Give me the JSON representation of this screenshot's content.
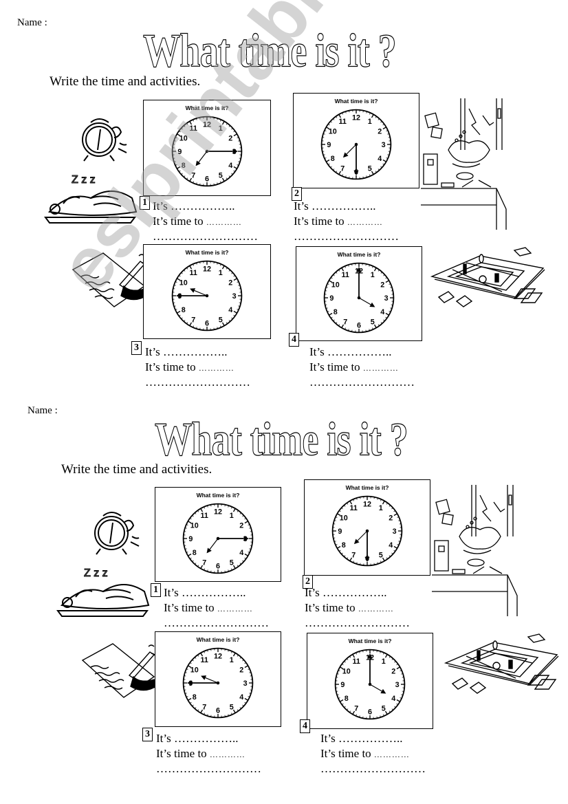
{
  "worksheets": [
    {
      "name_label": "Name :",
      "title": "What time is it ?",
      "instruction": "Write the time and activities.",
      "exercises": [
        {
          "number": "1",
          "clock_caption": "What time is it?",
          "clock_time": "7:15",
          "its_label": "It’s",
          "its_blank": "……………..",
          "time_to_label": "It’s time to",
          "time_to_blank": "…………",
          "line_blank": "………………………",
          "activity_illustration": "waking-up"
        },
        {
          "number": "2",
          "clock_caption": "What time is it?",
          "clock_time": "7:30",
          "its_label": "It’s",
          "its_blank": "……………..",
          "time_to_label": "It’s time to",
          "time_to_blank": "…………",
          "line_blank": "………………………",
          "activity_illustration": "eating-breakfast"
        },
        {
          "number": "3",
          "clock_caption": "What time is it?",
          "clock_time": "9:45",
          "its_label": "It’s",
          "its_blank": "……………..",
          "time_to_label": "It’s time to",
          "time_to_blank": "…………",
          "line_blank": "………………………",
          "activity_illustration": "writing"
        },
        {
          "number": "4",
          "clock_caption": "What time is it?",
          "clock_time": "4:00",
          "its_label": "It’s",
          "its_blank": "……………..",
          "time_to_label": "It’s time to",
          "time_to_blank": "…………",
          "line_blank": "………………………",
          "activity_illustration": "board-game"
        }
      ]
    },
    {
      "name_label": "Name :",
      "title": "What time is it ?",
      "instruction": "Write the time and activities.",
      "exercises": [
        {
          "number": "1",
          "clock_caption": "What time is it?",
          "clock_time": "7:15",
          "its_label": "It’s",
          "its_blank": "……………..",
          "time_to_label": "It’s time to",
          "time_to_blank": "…………",
          "line_blank": "………………………",
          "activity_illustration": "waking-up"
        },
        {
          "number": "2",
          "clock_caption": "What time is it?",
          "clock_time": "7:30",
          "its_label": "It’s",
          "its_blank": "……………..",
          "time_to_label": "It’s time to",
          "time_to_blank": "…………",
          "line_blank": "………………………",
          "activity_illustration": "eating-breakfast"
        },
        {
          "number": "3",
          "clock_caption": "What time is it?",
          "clock_time": "9:45",
          "its_label": "It’s",
          "its_blank": "……………..",
          "time_to_label": "It’s time to",
          "time_to_blank": "…………",
          "line_blank": "………………………",
          "activity_illustration": "writing"
        },
        {
          "number": "4",
          "clock_caption": "What time is it?",
          "clock_time": "4:00",
          "its_label": "It’s",
          "its_blank": "……………..",
          "time_to_label": "It’s time to",
          "time_to_blank": "…………",
          "line_blank": "………………………",
          "activity_illustration": "board-game"
        }
      ]
    }
  ],
  "clock_numerals": [
    "12",
    "1",
    "2",
    "3",
    "4",
    "5",
    "6",
    "7",
    "8",
    "9",
    "10",
    "11"
  ],
  "watermark": "eslprintables.com"
}
